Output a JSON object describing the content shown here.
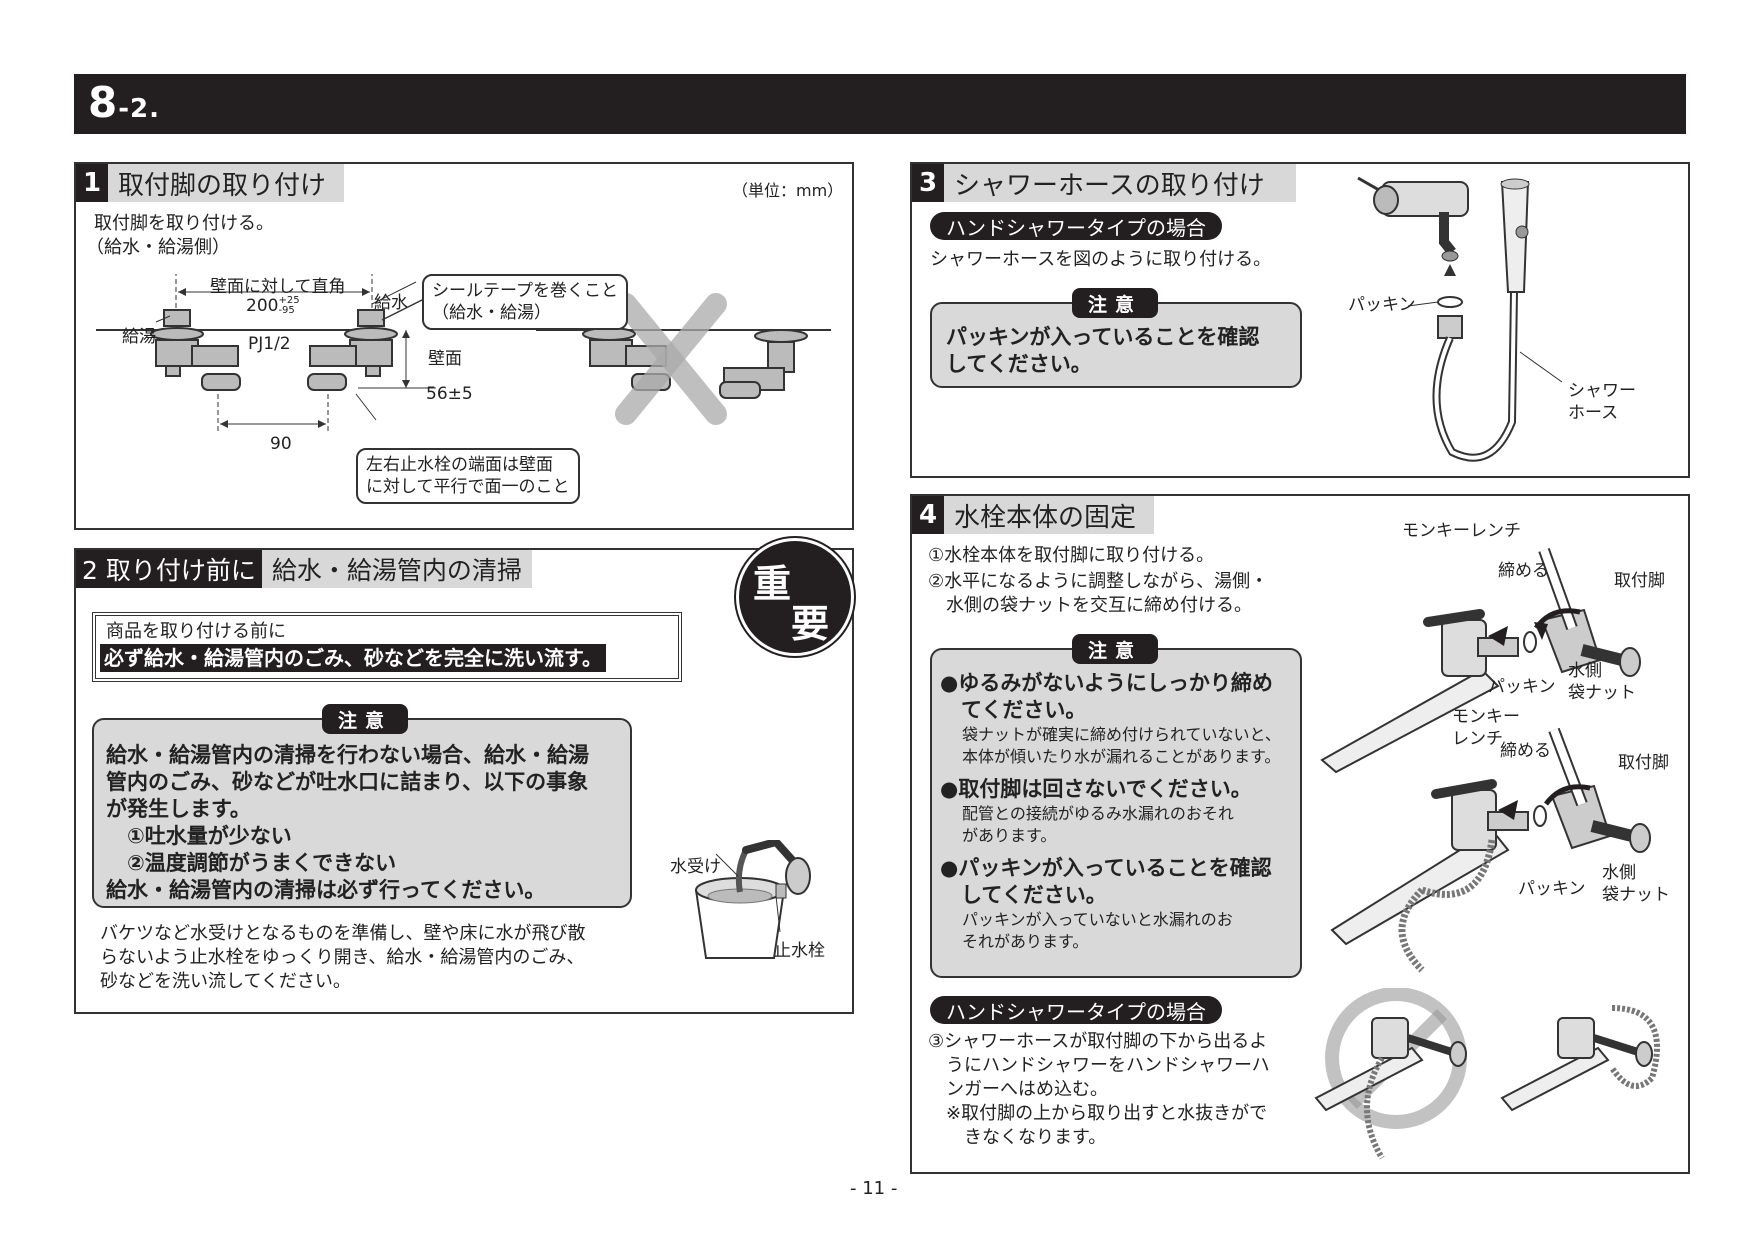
{
  "header": {
    "number": "8",
    "sub": "-2."
  },
  "sec1": {
    "num": "1",
    "title": "取付脚の取り付け",
    "unit": "（単位：mm）",
    "lines": [
      "取付脚を取り付ける。",
      "（給水・給湯側）"
    ],
    "labels": {
      "perpendicular": "壁面に対して直角",
      "dim200": "200",
      "tol_plus": "+25",
      "tol_minus": "-95",
      "water": "給水",
      "hot": "給湯",
      "pj": "PJ1/2",
      "wall": "壁面",
      "dim56": "56±5",
      "dim90": "90"
    },
    "seal_callout": [
      "シールテープを巻くこと",
      "（給水・給湯）"
    ],
    "parallel_callout": [
      "左右止水栓の端面は壁面",
      "に対して平行で面一のこと"
    ]
  },
  "sec2": {
    "title_dark": "2 取り付け前に",
    "title_light": "給水・給湯管内の清掃",
    "badge": [
      "重",
      "要"
    ],
    "box_line1": "商品を取り付ける前に",
    "box_line2": "必ず給水・給湯管内のごみ、砂などを完全に洗い流す。",
    "caution_tag": "注意",
    "caution_lines": [
      "給水・給湯管内の清掃を行わない場合、給水・給湯",
      "管内のごみ、砂などが吐水口に詰まり、以下の事象",
      "が発生します。",
      "　①吐水量が少ない",
      "　②温度調節がうまくできない",
      "給水・給湯管内の清掃は必ず行ってください。"
    ],
    "body_lines": [
      "バケツなど水受けとなるものを準備し、壁や床に水が飛び散",
      "らないよう止水栓をゆっくり開き、給水・給湯管内のごみ、",
      "砂などを洗い流してください。"
    ],
    "label_receiver": "水受け",
    "label_stopcock": "止水栓"
  },
  "sec3": {
    "num": "3",
    "title": "シャワーホースの取り付け",
    "pill": "ハンドシャワータイプの場合",
    "line": "シャワーホースを図のように取り付ける。",
    "caution_tag": "注意",
    "caution_lines": [
      "パッキンが入っていることを確認",
      "してください。"
    ],
    "label_packing": "パッキン",
    "label_hose": [
      "シャワー",
      "ホース"
    ]
  },
  "sec4": {
    "num": "4",
    "title": "水栓本体の固定",
    "lines": [
      "①水栓本体を取付脚に取り付ける。",
      "②水平になるように調整しながら、湯側・",
      "　水側の袋ナットを交互に締め付ける。"
    ],
    "caution_tag": "注意",
    "cautions": [
      {
        "head": [
          "●ゆるみがないようにしっかり締め",
          "　てください。"
        ],
        "body": [
          "袋ナットが確実に締め付けられていないと、",
          "本体が傾いたり水が漏れることがあります。"
        ]
      },
      {
        "head": [
          "●取付脚は回さないでください。"
        ],
        "body": [
          "配管との接続がゆるみ水漏れのおそれ",
          "があります。"
        ]
      },
      {
        "head": [
          "●パッキンが入っていることを確認",
          "　してください。"
        ],
        "body": [
          "パッキンが入っていないと水漏れのお",
          "それがあります。"
        ]
      }
    ],
    "pill": "ハンドシャワータイプの場合",
    "step3_lines": [
      "③シャワーホースが取付脚の下から出るよ",
      "　うにハンドシャワーをハンドシャワーハ",
      "　ンガーへはめ込む。",
      "　※取付脚の上から取り出すと水抜きがで",
      "　　きなくなります。"
    ],
    "labels": {
      "wrench1": "モンキーレンチ",
      "tighten1": "締める",
      "leg1": "取付脚",
      "packing1": "パッキン",
      "nut1": [
        "水側",
        "袋ナット"
      ],
      "wrench2": [
        "モンキー",
        "レンチ"
      ],
      "tighten2": "締める",
      "leg2": "取付脚",
      "packing2": "パッキン",
      "nut2": [
        "水側",
        "袋ナット"
      ]
    }
  },
  "page_number": "- 11 -"
}
